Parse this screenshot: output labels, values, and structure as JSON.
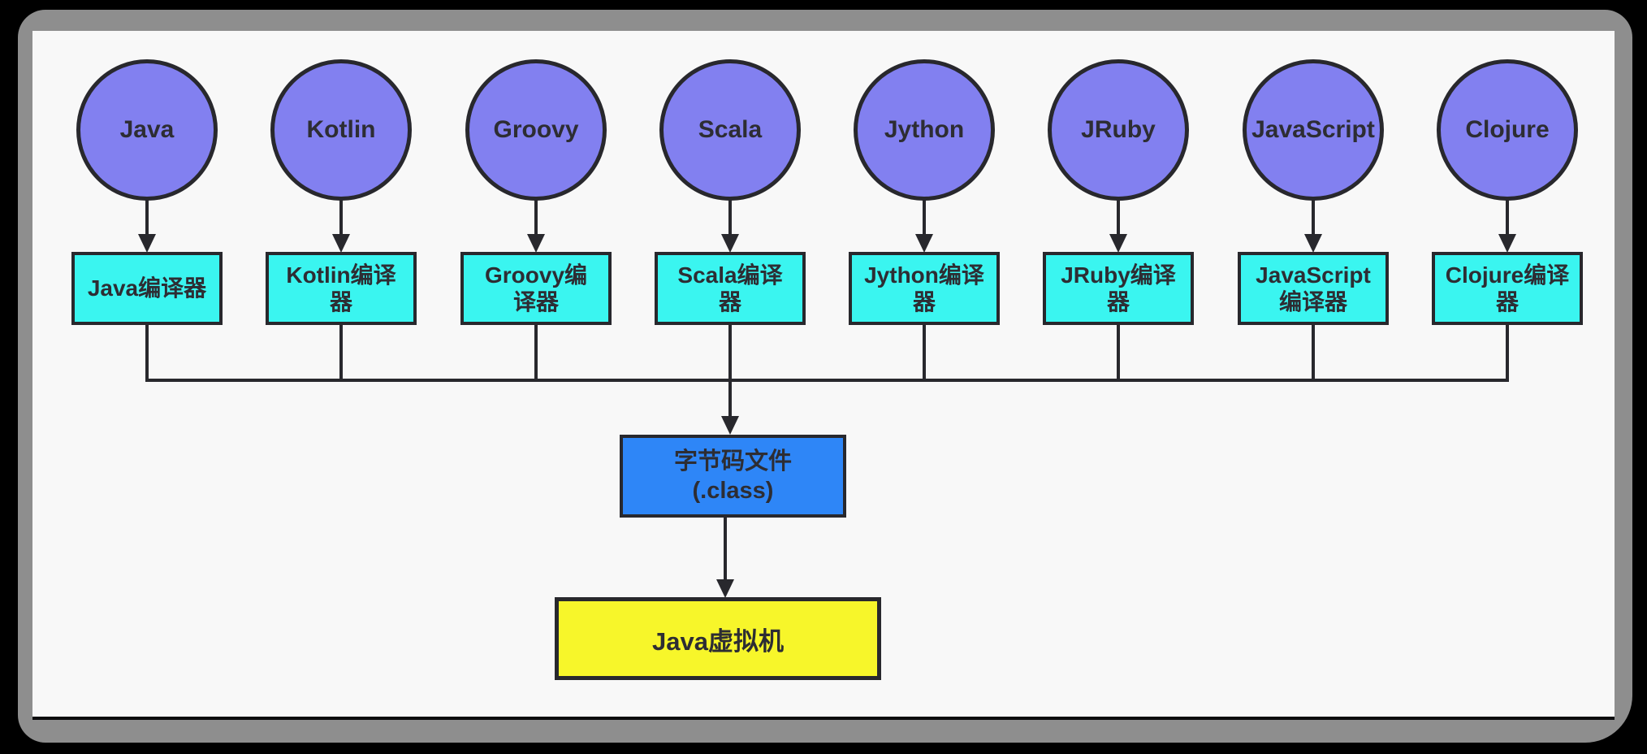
{
  "colors": {
    "frame": "#000000",
    "frame_border": "#8e8e8e",
    "canvas": "#f8f8f8",
    "stroke": "#28282d",
    "language": "#8280f0",
    "compiler": "#3af5f0",
    "bytecode": "#2e86f7",
    "jvm": "#f7f62a",
    "text": "#2d2d33"
  },
  "languages": [
    {
      "name": "Java",
      "compiler": "Java编译器"
    },
    {
      "name": "Kotlin",
      "compiler": "Kotlin编译器"
    },
    {
      "name": "Groovy",
      "compiler": "Groovy编译器"
    },
    {
      "name": "Scala",
      "compiler": "Scala编译器"
    },
    {
      "name": "Jython",
      "compiler": "Jython编译器"
    },
    {
      "name": "JRuby",
      "compiler": "JRuby编译器"
    },
    {
      "name": "JavaScript",
      "compiler": "JavaScript编译器"
    },
    {
      "name": "Clojure",
      "compiler": "Clojure编译器"
    }
  ],
  "bytecode": {
    "line1": "字节码文件",
    "line2": "(.class)"
  },
  "jvm": {
    "label": "Java虚拟机"
  }
}
